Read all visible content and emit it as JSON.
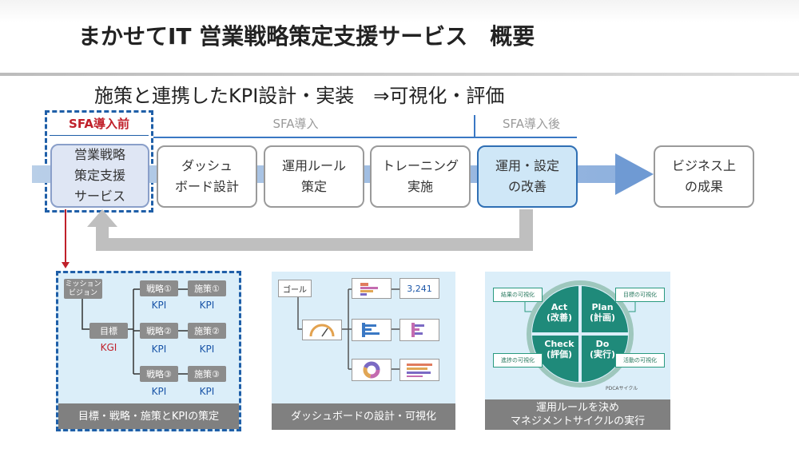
{
  "header": {
    "title": "まかせてIT 営業戦略策定支援サービス　概要",
    "subtitle": "施策と連携したKPI設計・実装　⇒可視化・評価"
  },
  "phases": {
    "before": "SFA導入前",
    "intro": "SFA導入",
    "after": "SFA導入後"
  },
  "steps": [
    "営業戦略\n策定支援\nサービス",
    "ダッシュ\nボード設計",
    "運用ルール\n策定",
    "トレーニング\n実施",
    "運用・設定\nの改善",
    "ビジネス上\nの成果"
  ],
  "panel_kpi": {
    "mission": "ミッション\nビジョン",
    "target": "目標",
    "kgi": "KGI",
    "strategies": [
      "戦略①",
      "戦略②",
      "戦略③"
    ],
    "measures": [
      "施策①",
      "施策②",
      "施策③"
    ],
    "kpi": "KPI",
    "caption": "目標・戦略・施策とKPIの策定"
  },
  "panel_dashboard": {
    "goal": "ゴール",
    "number": "3,241",
    "caption": "ダッシュボードの設計・可視化"
  },
  "panel_pdca": {
    "quadrants": [
      {
        "title": "Act",
        "sub": "(改善)"
      },
      {
        "title": "Plan",
        "sub": "(計画)"
      },
      {
        "title": "Check",
        "sub": "(評価)"
      },
      {
        "title": "Do",
        "sub": "(実行)"
      }
    ],
    "labels": [
      "結果の可視化",
      "目標の可視化",
      "進捗の可視化",
      "活動の可視化"
    ],
    "cycle_label": "PDCAサイクル",
    "caption": "運用ルールを決め\nマネジメントサイクルの実行"
  },
  "colors": {
    "accent_blue": "#1f5fa8",
    "accent_red": "#c0202a",
    "panel_bg": "#dbeef9",
    "pdca_green": "#1f8a7a"
  }
}
